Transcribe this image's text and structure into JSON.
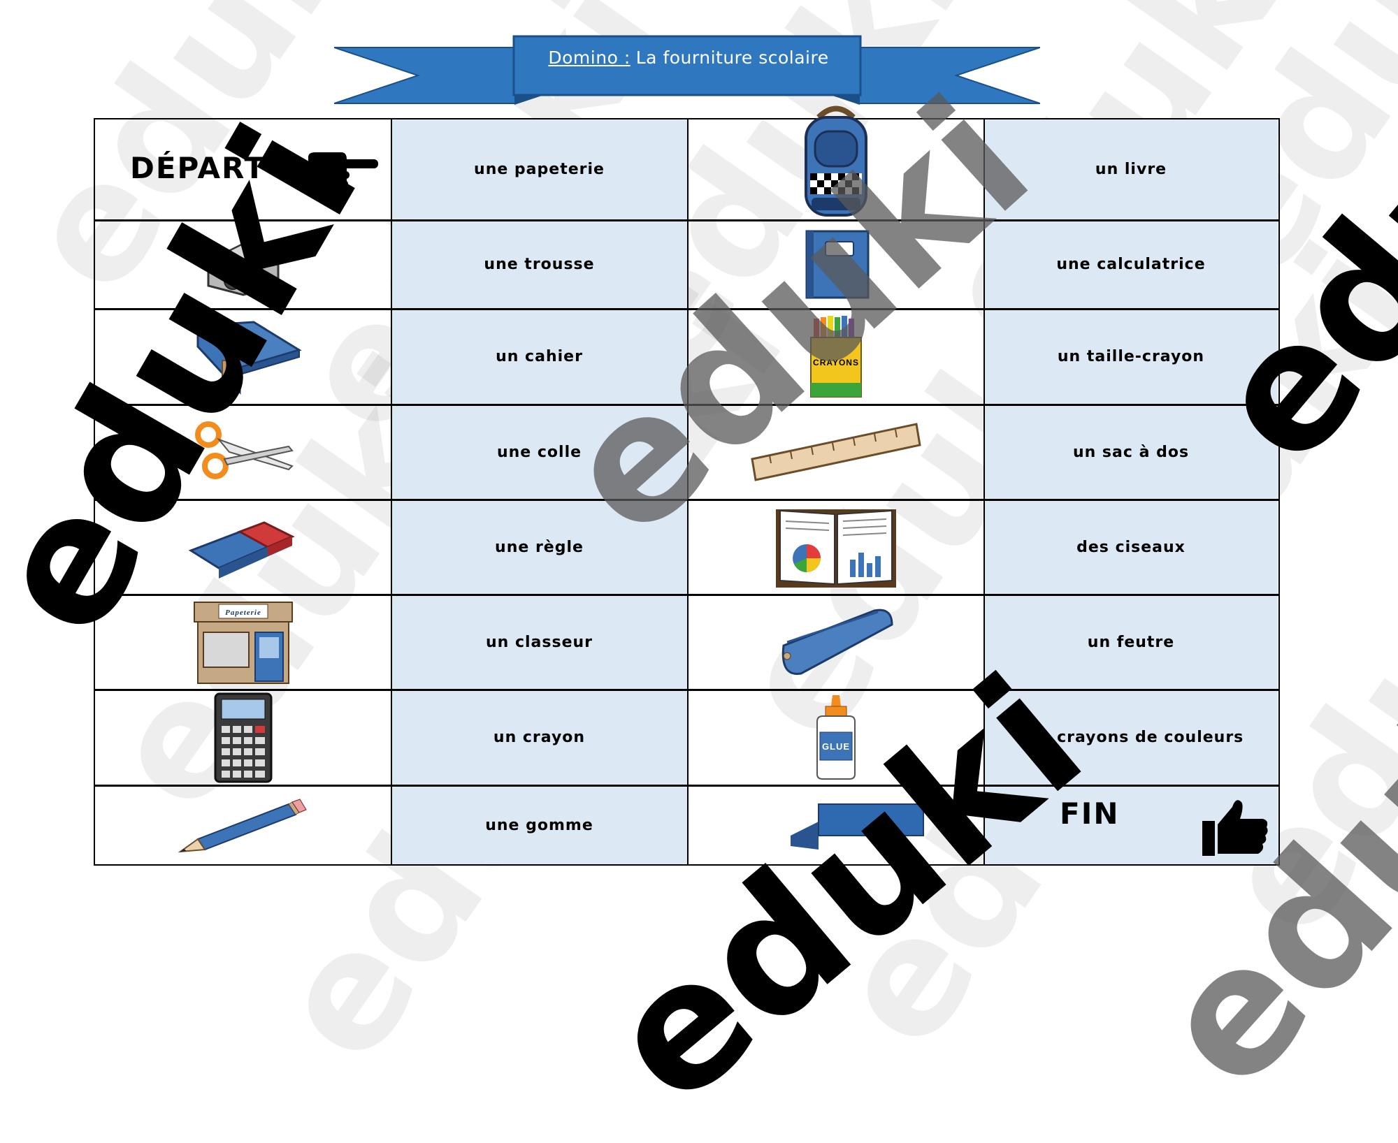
{
  "banner": {
    "prefix": "Domino :",
    "title": "La fourniture scolaire",
    "color": "#2f78c0"
  },
  "watermark": {
    "text": "eduki"
  },
  "start": {
    "label": "DÉPART",
    "icon": "pointing-hand-icon"
  },
  "end": {
    "label": "FIN",
    "icon": "thumbs-up-icon"
  },
  "rows": [
    {
      "left_word": "une papeterie",
      "right_image": "backpack-icon",
      "right_word": "un livre"
    },
    {
      "left_image": "pencil-sharpener-icon",
      "left_word": "une trousse",
      "right_image": "notebook-icon",
      "right_word": "une calculatrice"
    },
    {
      "left_image": "binder-icon",
      "left_word": "un cahier",
      "right_image": "crayons-box-icon",
      "crayons_label": "CRAYONS",
      "right_word": "un taille-crayon"
    },
    {
      "left_image": "scissors-icon",
      "left_word": "une colle",
      "right_image": "ruler-icon",
      "right_word": "un sac à dos"
    },
    {
      "left_image": "eraser-icon",
      "left_word": "une règle",
      "right_image": "open-book-icon",
      "right_word": "des ciseaux"
    },
    {
      "left_image": "stationery-shop-icon",
      "shop_sign": "Papeterie",
      "left_word": "un classeur",
      "right_image": "pencil-case-icon",
      "right_word": "un feutre"
    },
    {
      "left_image": "calculator-icon",
      "left_word": "un crayon",
      "right_image": "glue-bottle-icon",
      "glue_label": "GLUE",
      "right_word": "des crayons de couleurs"
    },
    {
      "left_image": "pencil-icon",
      "left_word": "une gomme",
      "right_image": "marker-icon"
    }
  ],
  "colors": {
    "cell_blue": "#dde8f5",
    "item_blue": "#3d74b8",
    "border": "#000000"
  }
}
